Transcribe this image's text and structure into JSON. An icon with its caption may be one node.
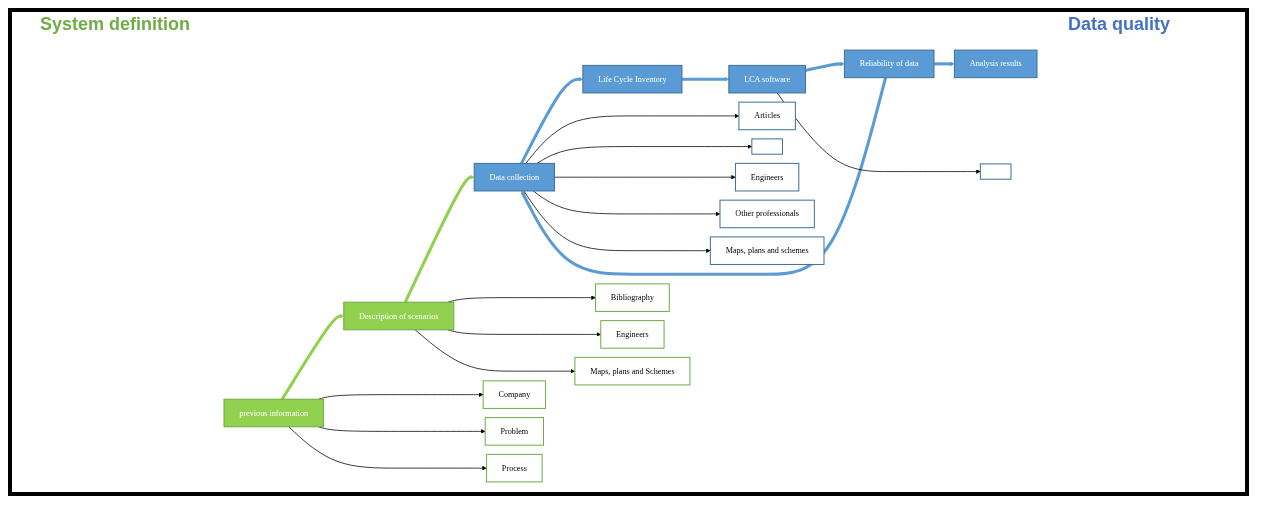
{
  "diagram": {
    "nodes": [
      {
        "text": [
          "previous information"
        ]
      },
      {
        "text": [
          "Description of scenarios"
        ]
      },
      {
        "text": [
          "Data collection"
        ]
      },
      {
        "text": [
          "Life Cycle Inventory"
        ]
      },
      {
        "text": [
          "LCA software"
        ]
      },
      {
        "text": [
          "Reliability of data"
        ]
      },
      {
        "text": [
          "Analysis results"
        ]
      },
      {
        "text": [
          "Company"
        ]
      },
      {
        "text": [
          "Problem"
        ]
      },
      {
        "text": [
          "Process"
        ]
      },
      {
        "text": [
          "Bibliography"
        ]
      },
      {
        "text": [
          "Engineers"
        ]
      },
      {
        "text": [
          "Maps, plans and Schemes"
        ]
      },
      {
        "text": [
          "Articles"
        ]
      },
      {
        "text": [],
        "shape": "box"
      },
      {
        "text": [
          "Engineers"
        ]
      },
      {
        "text": [
          "Other professionals"
        ]
      },
      {
        "text": [
          "Maps, plans and schemes"
        ]
      },
      {
        "text": [],
        "shape": "box"
      }
    ],
    "edges": [
      {
        "from": 0,
        "to": 1,
        "arrow": "to",
        "style": "thick",
        "color": "#92d050"
      },
      {
        "from": 1,
        "to": 2,
        "arrow": "to",
        "style": "thick",
        "color": "#92d050"
      },
      {
        "from": 2,
        "to": 3,
        "arrow": "to",
        "style": "thick",
        "color": "#5b9bd5"
      },
      {
        "from": 3,
        "to": 4,
        "arrow": "to",
        "style": "thick",
        "color": "#5b9bd5"
      },
      {
        "from": 4,
        "to": 5,
        "arrow": "to",
        "style": "thick",
        "color": "#5b9bd5"
      },
      {
        "from": 5,
        "to": 6,
        "arrow": "to",
        "style": "thick",
        "color": "#5b9bd5"
      },
      {
        "from": 5,
        "to": 2,
        "arrow": "to",
        "style": "thick",
        "color": "#5b9bd5"
      },
      {
        "from": 0,
        "to": 7,
        "arrow": "to"
      },
      {
        "from": 0,
        "to": 8,
        "arrow": "to"
      },
      {
        "from": 0,
        "to": 9,
        "arrow": "to"
      },
      {
        "from": 1,
        "to": 10,
        "arrow": "to"
      },
      {
        "from": 1,
        "to": 11,
        "arrow": "to"
      },
      {
        "from": 1,
        "to": 12,
        "arrow": "to"
      },
      {
        "from": 2,
        "to": 13,
        "arrow": "to"
      },
      {
        "from": 2,
        "to": 14,
        "arrow": "to"
      },
      {
        "from": 2,
        "to": 15,
        "arrow": "to"
      },
      {
        "from": 2,
        "to": 16,
        "arrow": "to"
      },
      {
        "from": 2,
        "to": 17,
        "arrow": "to"
      },
      {
        "from": 4,
        "to": 18,
        "arrow": "to"
      }
    ],
    "labels": [
      "System definition",
      "Data quality"
    ]
  }
}
